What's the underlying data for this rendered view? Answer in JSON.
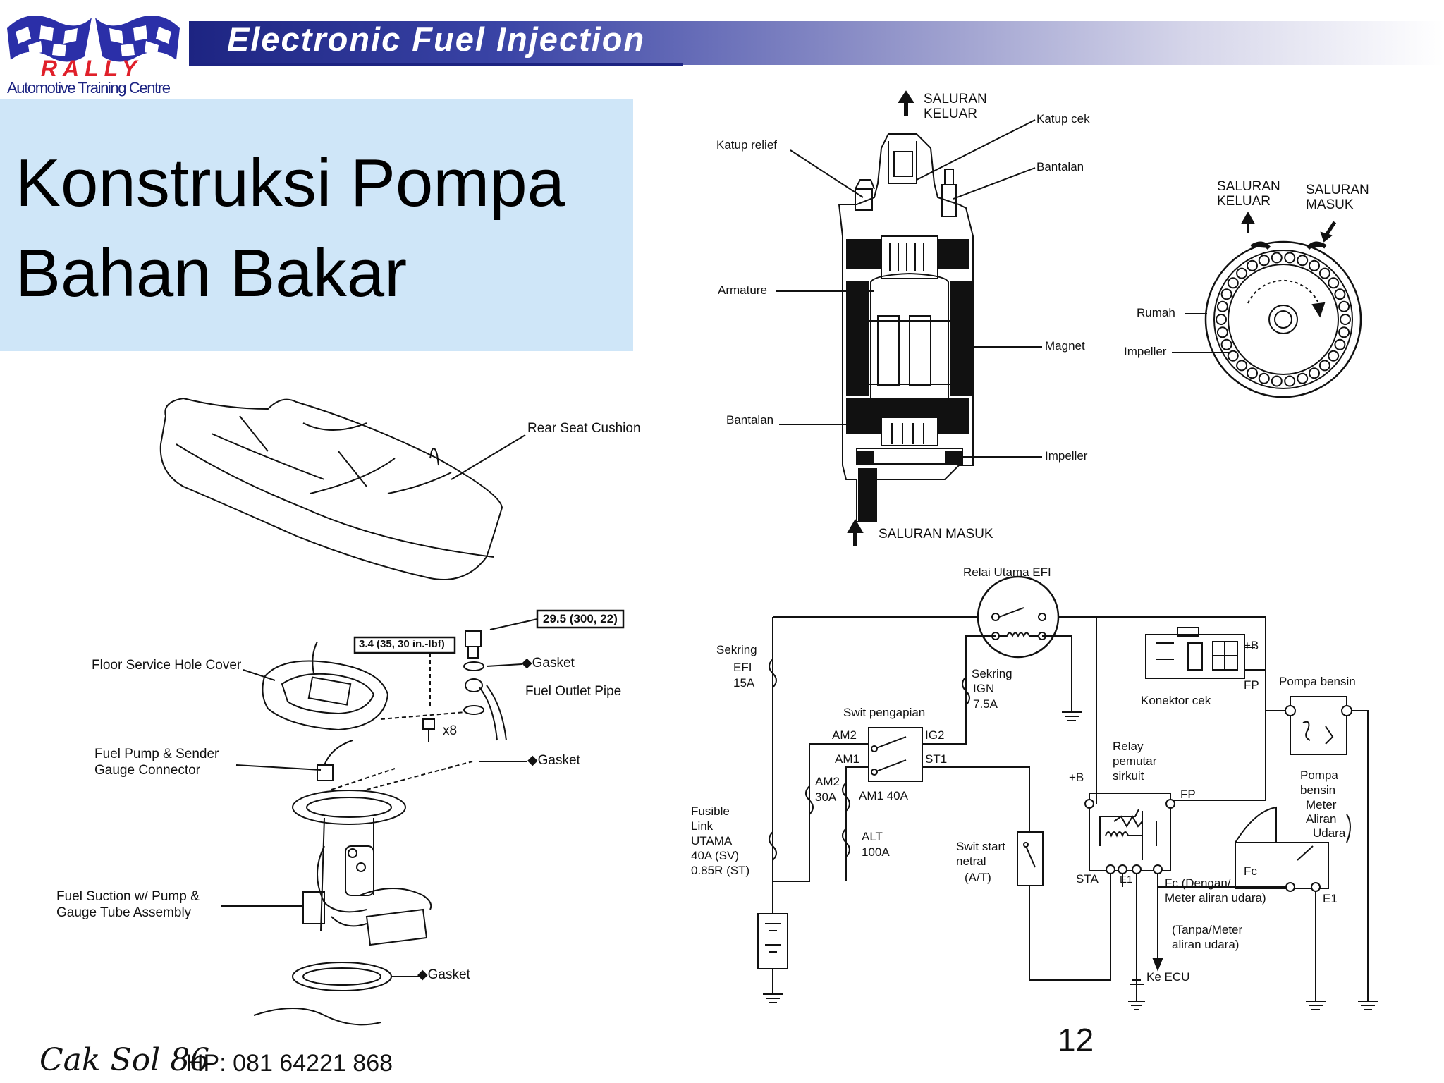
{
  "header": {
    "title": "Electronic Fuel Injection",
    "logo_text": "RALLY",
    "logo_subtitle": "Automotive Training Centre"
  },
  "slide": {
    "title_line1": "Konstruksi Pompa",
    "title_line2": "Bahan Bakar"
  },
  "exploded_view": {
    "rear_seat_cushion": "Rear Seat Cushion",
    "torque_1": "29.5 (300, 22)",
    "torque_2": "3.4 (35, 30 in.-lbf)",
    "gasket_1": "◆Gasket",
    "fuel_outlet_pipe": "Fuel Outlet Pipe",
    "floor_service_hole_cover": "Floor Service Hole Cover",
    "x8": "x8",
    "connector_line1": "Fuel Pump & Sender",
    "connector_line2": "Gauge Connector",
    "gasket_2": "◆Gasket",
    "suction_line1": "Fuel Suction w/ Pump &",
    "suction_line2": "Gauge Tube Assembly",
    "gasket_3": "◆Gasket"
  },
  "pump_section": {
    "outlet_line1": "SALURAN",
    "outlet_line2": "KELUAR",
    "katup_cek": "Katup cek",
    "katup_relief": "Katup relief",
    "bantalan_top": "Bantalan",
    "armature": "Armature",
    "magnet": "Magnet",
    "bantalan_bottom": "Bantalan",
    "impeller": "Impeller",
    "inlet": "SALURAN MASUK"
  },
  "impeller_view": {
    "outlet_line1": "SALURAN",
    "outlet_line2": "KELUAR",
    "inlet_line1": "SALURAN",
    "inlet_line2": "MASUK",
    "rumah": "Rumah",
    "impeller": "Impeller"
  },
  "circuit": {
    "relai_utama": "Relai Utama EFI",
    "sekring_efi_1": "Sekring",
    "sekring_efi_2": "EFI",
    "sekring_efi_3": "15A",
    "sekring_ign_1": "Sekring",
    "sekring_ign_2": "IGN",
    "sekring_ign_3": "7.5A",
    "swit_pengapian": "Swit pengapian",
    "am2": "AM2",
    "ig2": "IG2",
    "am1": "AM1",
    "st1": "ST1",
    "am2_30a_1": "AM2",
    "am2_30a_2": "30A",
    "am1_40a": "AM1 40A",
    "fusible_1": "Fusible",
    "fusible_2": "Link",
    "fusible_3": "UTAMA",
    "fusible_4": "40A (SV)",
    "fusible_5": "0.85R (ST)",
    "alt_1": "ALT",
    "alt_2": "100A",
    "swit_start_1": "Swit start",
    "swit_start_2": "netral",
    "swit_start_3": "(A/T)",
    "konektor_cek": "Konektor cek",
    "plus_b_conn": "+B",
    "fp_conn": "FP",
    "relay_1": "Relay",
    "relay_2": "pemutar",
    "relay_3": "sirkuit",
    "plus_b_relay": "+B",
    "fp_relay": "FP",
    "sta": "STA",
    "e1_relay": "E1",
    "fc_dengan_1": "Fc (Dengan/",
    "fc_dengan_2": "Meter aliran udara)",
    "tanpa_1": "(Tanpa/Meter",
    "tanpa_2": "aliran udara)",
    "ke_ecu": "Ke ECU",
    "pompa_bensin_top": "Pompa bensin",
    "pompa_bensin_meter_1": "Pompa",
    "pompa_bensin_meter_2": "bensin",
    "meter_1": "Meter",
    "meter_2": "Aliran",
    "meter_3": "Udara",
    "fc_meter": "Fc",
    "e1_meter": "E1"
  },
  "footer": {
    "author": "Cak Sol 86",
    "phone": "HP: 081 64221 868",
    "page_number": "12"
  }
}
